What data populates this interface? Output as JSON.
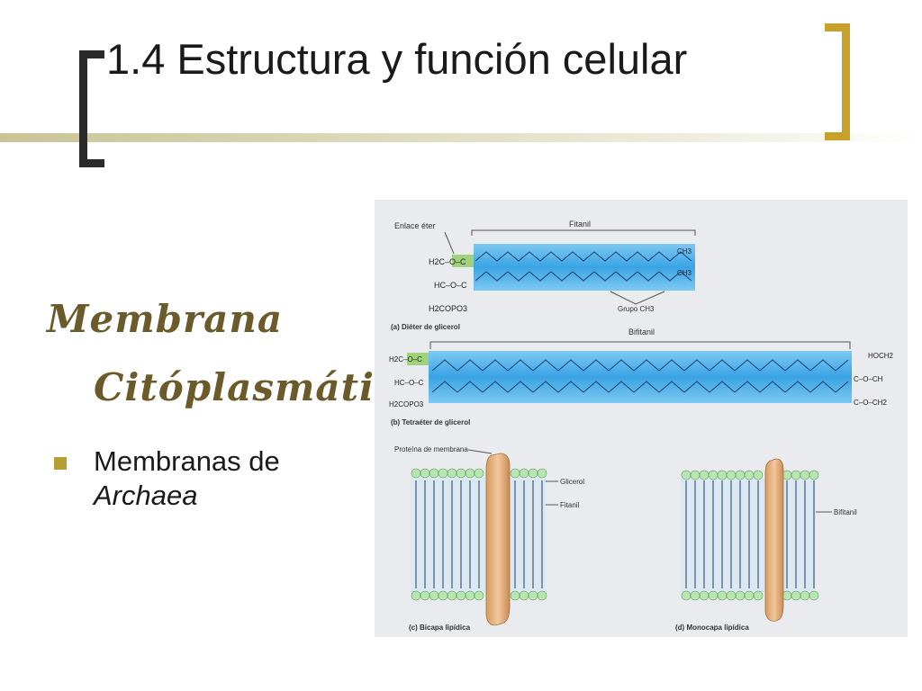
{
  "slide": {
    "title": "1.4 Estructura y función celular",
    "script_line1": "Membrana",
    "script_line2": "Citóplasmática",
    "bullet_text": "Membranas de",
    "bullet_italic": "Archaea"
  },
  "figure": {
    "enlace_eter": "Enlace éter",
    "fitanil": "Fitanil",
    "ch3": "CH3",
    "h2c_o_c": "H2C–O–C",
    "hc_o_c": "HC–O–C",
    "h2copo3": "H2COPO3",
    "grupo_ch3": "Grupo CH3",
    "caption_a": "(a) Diéter de glicerol",
    "bifitanil": "Bifitanil",
    "hoch2": "HOCH2",
    "c_o_ch": "C–O–CH",
    "c_o_ch2": "C–O–CH2",
    "caption_b": "(b) Tetraéter de glicerol",
    "proteina": "Proteína de membrana",
    "glicerol": "Glicerol",
    "fitanil_c": "Fitanil",
    "bifitanil_d": "Bifitanil",
    "caption_c": "(c) Bicapa lipídica",
    "caption_d": "(d) Monocapa lipídica"
  }
}
